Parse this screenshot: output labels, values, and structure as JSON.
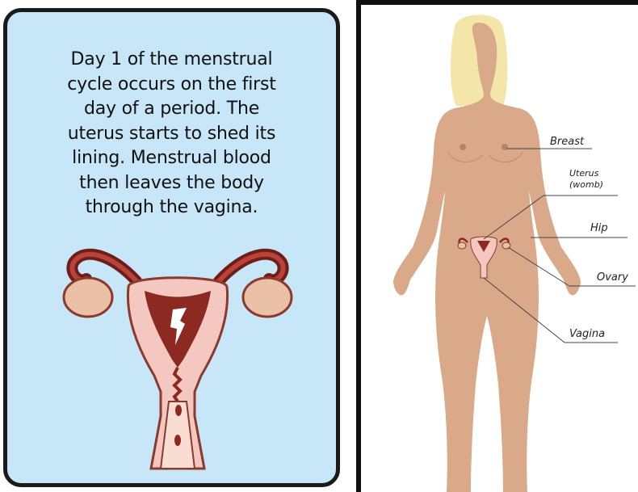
{
  "card": {
    "lines": [
      "Day 1 of the menstrual",
      "cycle occurs on the first",
      "day of a period. The",
      "uterus starts to shed its",
      "lining. Menstrual blood",
      "then leaves the body",
      "through the vagina."
    ],
    "background_color": "#c7e6f7"
  },
  "diagram": {
    "labels": {
      "breast": "Breast",
      "uterus": "Uterus",
      "uterus_sub": "(womb)",
      "hip": "Hip",
      "ovary": "Ovary",
      "vagina": "Vagina"
    },
    "skin_color": "#d9a98a",
    "hair_color": "#f3e6a8",
    "uterus_color": "#f4c7c0",
    "lining_color": "#8c2a22"
  }
}
